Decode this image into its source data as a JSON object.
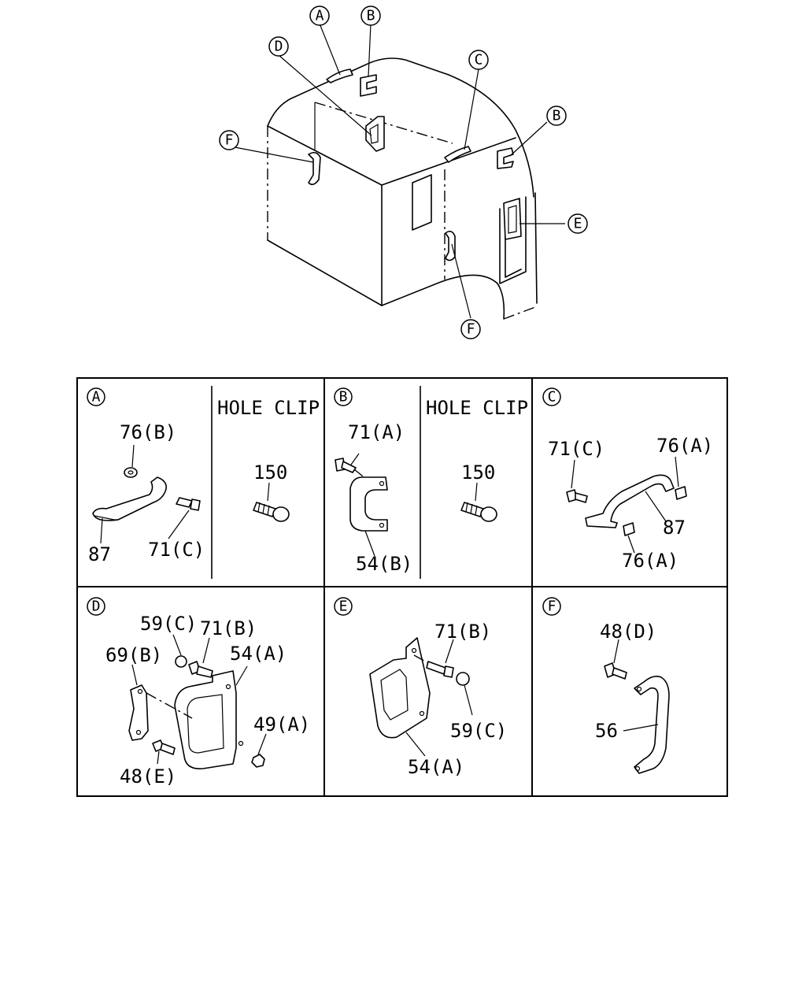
{
  "overview": {
    "callouts": [
      "A",
      "B",
      "C",
      "D",
      "F",
      "B",
      "E",
      "F"
    ]
  },
  "panels": {
    "A": {
      "letter": "A",
      "header": "HOLE CLIP",
      "labels": [
        "76(B)",
        "87",
        "71(C)",
        "150"
      ]
    },
    "B": {
      "letter": "B",
      "header": "HOLE CLIP",
      "labels": [
        "71(A)",
        "54(B)",
        "150"
      ]
    },
    "C": {
      "letter": "C",
      "labels": [
        "71(C)",
        "76(A)",
        "87",
        "76(A)"
      ]
    },
    "D": {
      "letter": "D",
      "labels": [
        "59(C)",
        "71(B)",
        "69(B)",
        "54(A)",
        "49(A)",
        "48(E)"
      ]
    },
    "E": {
      "letter": "E",
      "labels": [
        "71(B)",
        "59(C)",
        "54(A)"
      ]
    },
    "F": {
      "letter": "F",
      "labels": [
        "48(D)",
        "56"
      ]
    }
  }
}
